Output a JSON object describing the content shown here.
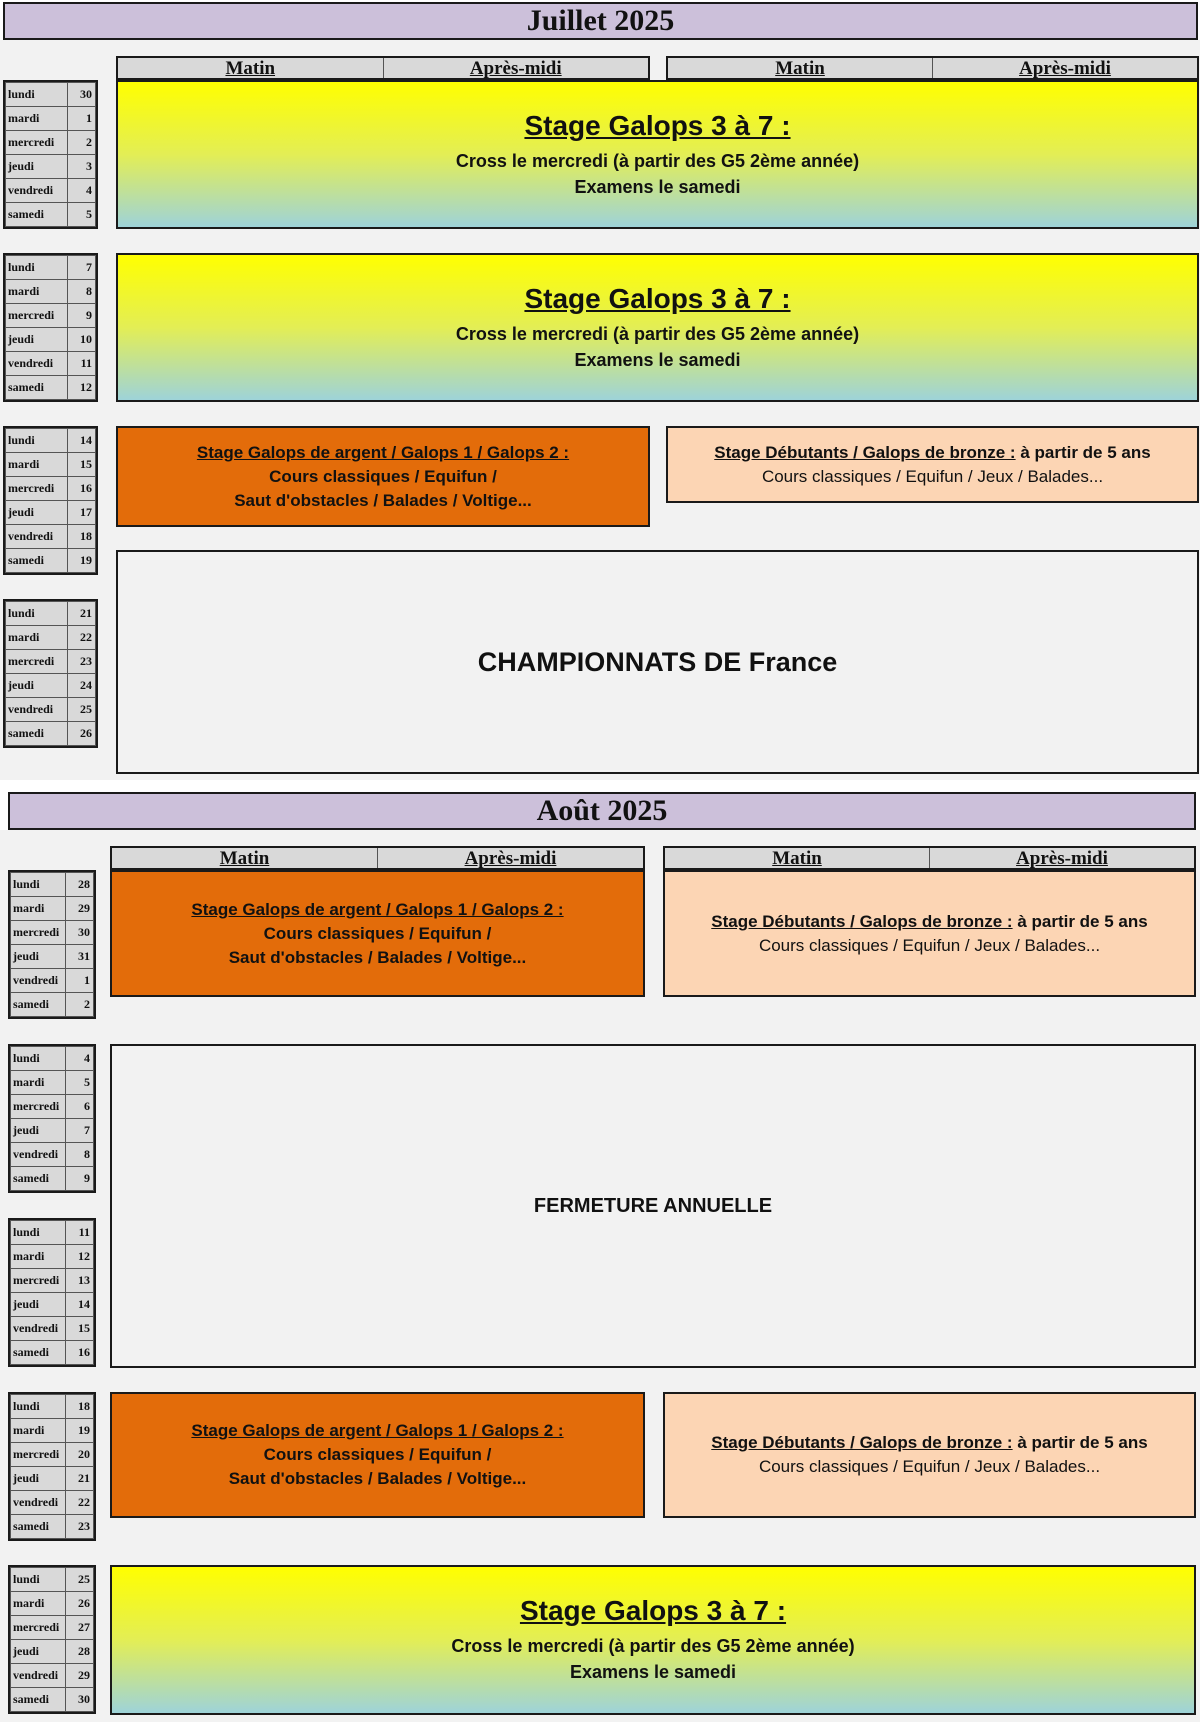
{
  "july": {
    "title": "Juillet 2025",
    "headers": [
      "Matin",
      "Après-midi",
      "Matin",
      "Après-midi"
    ],
    "weeks": [
      [
        [
          "lundi",
          "30"
        ],
        [
          "mardi",
          "1"
        ],
        [
          "mercredi",
          "2"
        ],
        [
          "jeudi",
          "3"
        ],
        [
          "vendredi",
          "4"
        ],
        [
          "samedi",
          "5"
        ]
      ],
      [
        [
          "lundi",
          "7"
        ],
        [
          "mardi",
          "8"
        ],
        [
          "mercredi",
          "9"
        ],
        [
          "jeudi",
          "10"
        ],
        [
          "vendredi",
          "11"
        ],
        [
          "samedi",
          "12"
        ]
      ],
      [
        [
          "lundi",
          "14"
        ],
        [
          "mardi",
          "15"
        ],
        [
          "mercredi",
          "16"
        ],
        [
          "jeudi",
          "17"
        ],
        [
          "vendredi",
          "18"
        ],
        [
          "samedi",
          "19"
        ]
      ],
      [
        [
          "lundi",
          "21"
        ],
        [
          "mardi",
          "22"
        ],
        [
          "mercredi",
          "23"
        ],
        [
          "jeudi",
          "24"
        ],
        [
          "vendredi",
          "25"
        ],
        [
          "samedi",
          "26"
        ]
      ]
    ],
    "stage37_a": {
      "title": "Stage Galops 3 à 7 :",
      "line1": "Cross le mercredi (à partir des G5 2ème année)",
      "line2": "Examens le samedi"
    },
    "stage37_b": {
      "title": "Stage Galops 3 à 7 :",
      "line1": "Cross le mercredi (à partir des G5 2ème année)",
      "line2": "Examens le samedi"
    },
    "argent": {
      "title": "Stage Galops de argent / Galops 1 / Galops 2 :",
      "line1": "Cours classiques / Equifun /",
      "line2": "Saut d'obstacles / Balades / Voltige..."
    },
    "debutants": {
      "title": "Stage Débutants / Galops de bronze :",
      "title_suffix": " à partir de 5 ans",
      "line1": "Cours classiques / Equifun / Jeux / Balades..."
    },
    "championnats": "CHAMPIONNATS DE France"
  },
  "august": {
    "title": "Août 2025",
    "headers": [
      "Matin",
      "Après-midi",
      "Matin",
      "Après-midi"
    ],
    "weeks": [
      [
        [
          "lundi",
          "28"
        ],
        [
          "mardi",
          "29"
        ],
        [
          "mercredi",
          "30"
        ],
        [
          "jeudi",
          "31"
        ],
        [
          "vendredi",
          "1"
        ],
        [
          "samedi",
          "2"
        ]
      ],
      [
        [
          "lundi",
          "4"
        ],
        [
          "mardi",
          "5"
        ],
        [
          "mercredi",
          "6"
        ],
        [
          "jeudi",
          "7"
        ],
        [
          "vendredi",
          "8"
        ],
        [
          "samedi",
          "9"
        ]
      ],
      [
        [
          "lundi",
          "11"
        ],
        [
          "mardi",
          "12"
        ],
        [
          "mercredi",
          "13"
        ],
        [
          "jeudi",
          "14"
        ],
        [
          "vendredi",
          "15"
        ],
        [
          "samedi",
          "16"
        ]
      ],
      [
        [
          "lundi",
          "18"
        ],
        [
          "mardi",
          "19"
        ],
        [
          "mercredi",
          "20"
        ],
        [
          "jeudi",
          "21"
        ],
        [
          "vendredi",
          "22"
        ],
        [
          "samedi",
          "23"
        ]
      ],
      [
        [
          "lundi",
          "25"
        ],
        [
          "mardi",
          "26"
        ],
        [
          "mercredi",
          "27"
        ],
        [
          "jeudi",
          "28"
        ],
        [
          "vendredi",
          "29"
        ],
        [
          "samedi",
          "30"
        ]
      ]
    ],
    "argent_a": {
      "title": "Stage Galops de argent / Galops 1 / Galops 2 :",
      "line1": "Cours classiques / Equifun /",
      "line2": "Saut d'obstacles / Balades / Voltige..."
    },
    "debutants_a": {
      "title": "Stage Débutants / Galops de bronze :",
      "title_suffix": " à partir de 5 ans",
      "line1": "Cours classiques / Equifun / Jeux / Balades..."
    },
    "fermeture": "FERMETURE ANNUELLE",
    "argent_b": {
      "title": "Stage Galops de argent / Galops 1 / Galops 2 :",
      "line1": "Cours classiques / Equifun /",
      "line2": "Saut d'obstacles / Balades / Voltige..."
    },
    "debutants_b": {
      "title": "Stage Débutants / Galops de bronze :",
      "title_suffix": " à partir de 5 ans",
      "line1": "Cours classiques / Equifun / Jeux / Balades..."
    },
    "stage37": {
      "title": "Stage Galops 3 à 7 :",
      "line1": "Cross le mercredi (à partir des G5 2ème année)",
      "line2": "Examens le samedi"
    }
  },
  "colors": {
    "month_bar": "#ccc0da",
    "orange": "#e36c0a",
    "peach": "#fcd5b4",
    "gradient_top": "#ffff00",
    "gradient_bottom": "#9ed3d9",
    "panel": "#f2f2f2"
  }
}
